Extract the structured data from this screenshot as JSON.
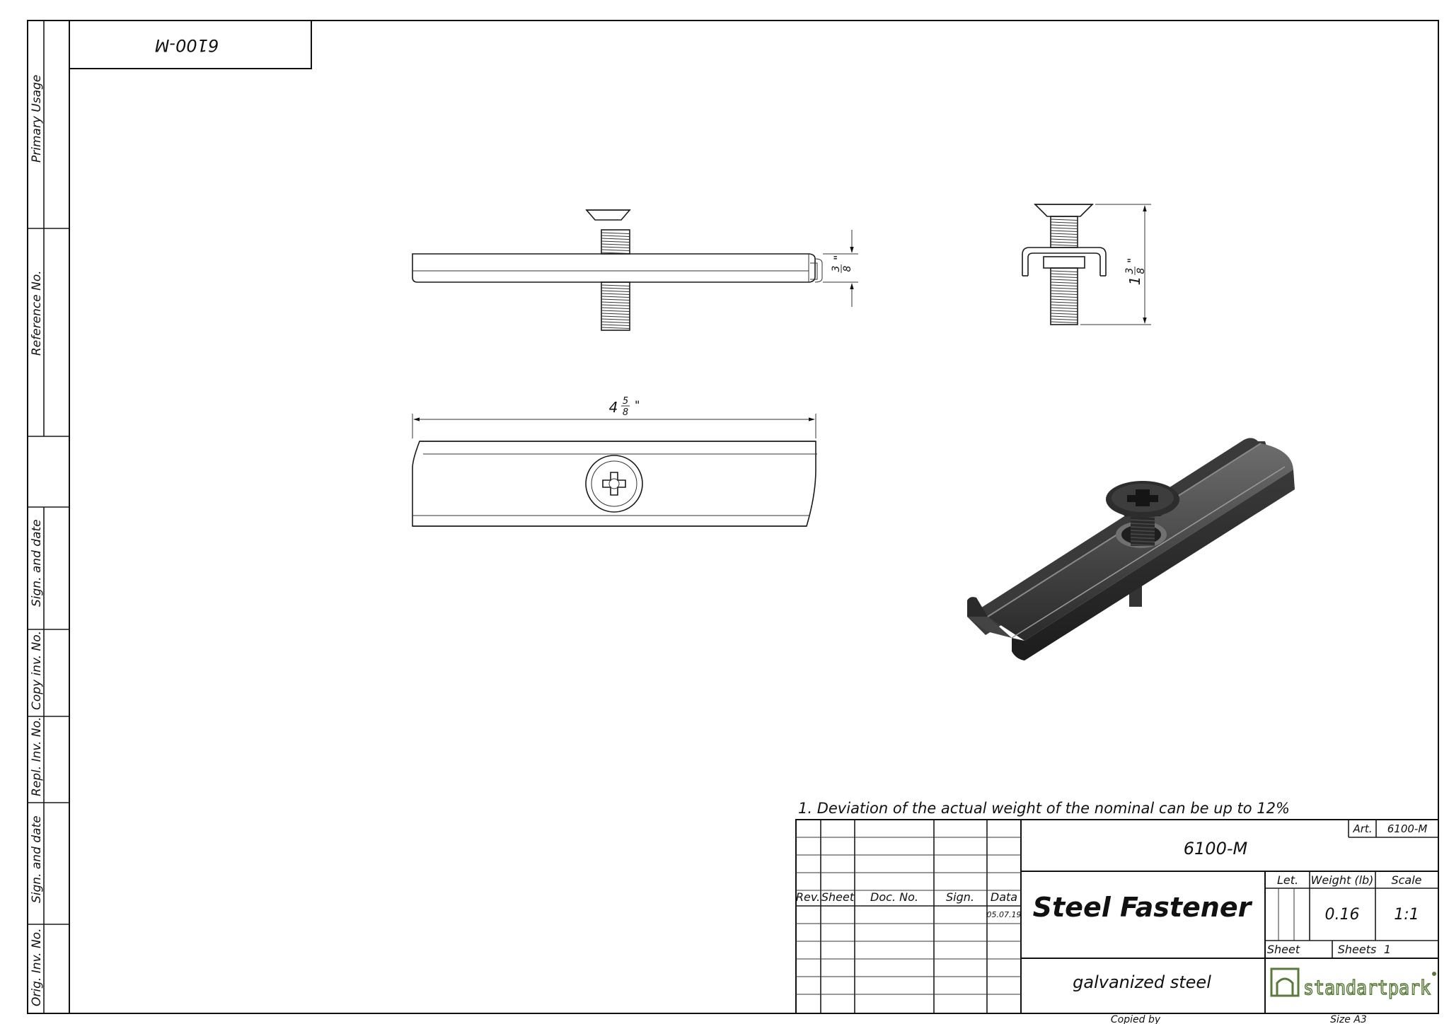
{
  "drawing": {
    "top_code": "6100-M",
    "note": "1. Deviation of the actual weight of the nominal can be up to 12%",
    "dimensions": {
      "height_small": {
        "whole": "",
        "num": "3",
        "den": "8",
        "unit": "\""
      },
      "length": {
        "whole": "4",
        "num": "5",
        "den": "8",
        "unit": "\""
      },
      "total_height": {
        "whole": "1",
        "num": "3",
        "den": "8",
        "unit": "\""
      }
    }
  },
  "side_labels": [
    "Primary Usage",
    "Reference No.",
    "Sign. and date",
    "Copy inv. No.",
    "Repl. Inv. No.",
    "Sign. and date",
    "Orig. Inv. No."
  ],
  "title_block": {
    "rev_headers": {
      "rev": "Rev.",
      "sheet": "Sheet",
      "doc_no": "Doc. No.",
      "sign": "Sign.",
      "data": "Data"
    },
    "date": "05.07.19",
    "art_label": "Art.",
    "art_value": "6100-M",
    "doc_code": "6100-M",
    "title": "Steel Fastener",
    "let_label": "Let.",
    "weight_label": "Weight (lb)",
    "scale_label": "Scale",
    "weight_value": "0.16",
    "scale_value": "1:1",
    "sheet_label": "Sheet",
    "sheets_label": "Sheets",
    "sheets_value": "1",
    "material": "galvanized steel",
    "logo_text": "standartpark",
    "copied_by": "Copied by",
    "size": "Size A3"
  },
  "colors": {
    "line": "#1a1a1a",
    "render_dark": "#2b2b2b",
    "render_mid": "#555555",
    "logo_green": "#5a7a3a"
  }
}
